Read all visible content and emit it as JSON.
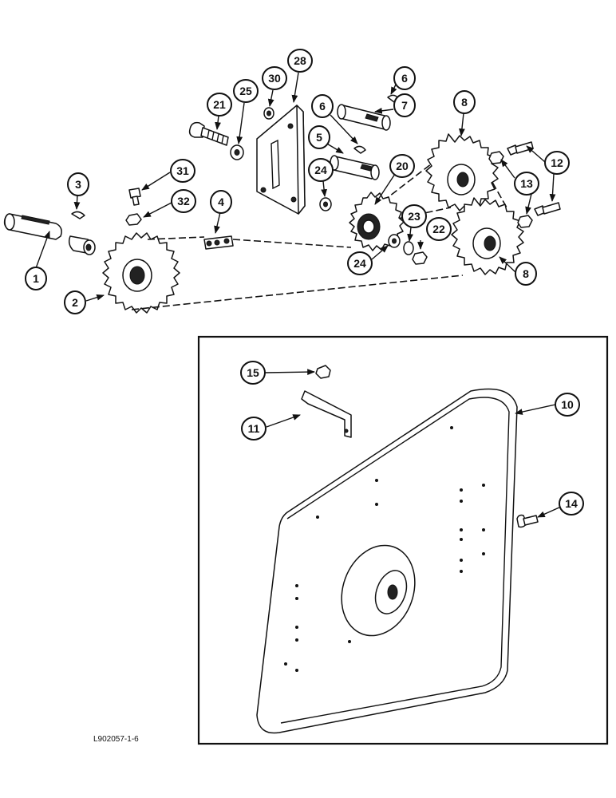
{
  "diagram": {
    "reference_code": "L902057-1-6",
    "callouts": [
      {
        "id": "c1",
        "label": "1"
      },
      {
        "id": "c2",
        "label": "2"
      },
      {
        "id": "c3",
        "label": "3"
      },
      {
        "id": "c4",
        "label": "4"
      },
      {
        "id": "c5",
        "label": "5"
      },
      {
        "id": "c6a",
        "label": "6"
      },
      {
        "id": "c6b",
        "label": "6"
      },
      {
        "id": "c7",
        "label": "7"
      },
      {
        "id": "c8a",
        "label": "8"
      },
      {
        "id": "c8b",
        "label": "8"
      },
      {
        "id": "c10",
        "label": "10"
      },
      {
        "id": "c11",
        "label": "11"
      },
      {
        "id": "c12",
        "label": "12"
      },
      {
        "id": "c13",
        "label": "13"
      },
      {
        "id": "c14",
        "label": "14"
      },
      {
        "id": "c15",
        "label": "15"
      },
      {
        "id": "c20",
        "label": "20"
      },
      {
        "id": "c21",
        "label": "21"
      },
      {
        "id": "c22",
        "label": "22"
      },
      {
        "id": "c23",
        "label": "23"
      },
      {
        "id": "c24a",
        "label": "24"
      },
      {
        "id": "c24b",
        "label": "24"
      },
      {
        "id": "c25",
        "label": "25"
      },
      {
        "id": "c28",
        "label": "28"
      },
      {
        "id": "c30",
        "label": "30"
      },
      {
        "id": "c31",
        "label": "31"
      },
      {
        "id": "c32",
        "label": "32"
      }
    ]
  }
}
